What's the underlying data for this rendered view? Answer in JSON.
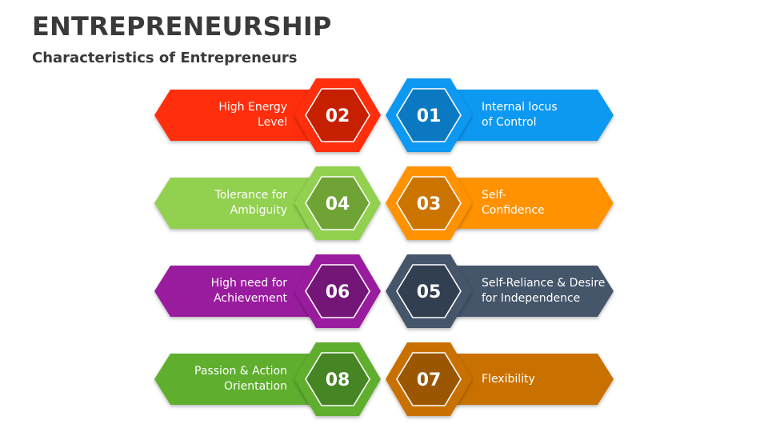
{
  "header": {
    "title": "ENTREPRENEURSHIP",
    "subtitle": "Characteristics of Entrepreneurs"
  },
  "items": [
    {
      "number": "01",
      "lines": [
        "Internal locus",
        "of Control"
      ],
      "side": "right",
      "row": 0,
      "color": "#0d98f2",
      "dark": "#0a79c2"
    },
    {
      "number": "02",
      "lines": [
        "High Energy",
        "Level"
      ],
      "side": "left",
      "row": 0,
      "color": "#ff2d09",
      "dark": "#c72000"
    },
    {
      "number": "03",
      "lines": [
        "Self-",
        "Confidence"
      ],
      "side": "right",
      "row": 1,
      "color": "#ff9202",
      "dark": "#cc7400"
    },
    {
      "number": "04",
      "lines": [
        "Tolerance for",
        "Ambiguity"
      ],
      "side": "left",
      "row": 1,
      "color": "#92d050",
      "dark": "#6fa336"
    },
    {
      "number": "05",
      "lines": [
        "Self-Reliance & Desire",
        "for Independence"
      ],
      "side": "right",
      "row": 2,
      "color": "#44546a",
      "dark": "#323f50"
    },
    {
      "number": "06",
      "lines": [
        "High need for",
        "Achievement"
      ],
      "side": "left",
      "row": 2,
      "color": "#9a1e9e",
      "dark": "#731677"
    },
    {
      "number": "07",
      "lines": [
        "Flexibility"
      ],
      "side": "right",
      "row": 3,
      "color": "#c97100",
      "dark": "#9a5600"
    },
    {
      "number": "08",
      "lines": [
        "Passion & Action",
        "Orientation"
      ],
      "side": "left",
      "row": 3,
      "color": "#5fae2e",
      "dark": "#468524"
    }
  ]
}
